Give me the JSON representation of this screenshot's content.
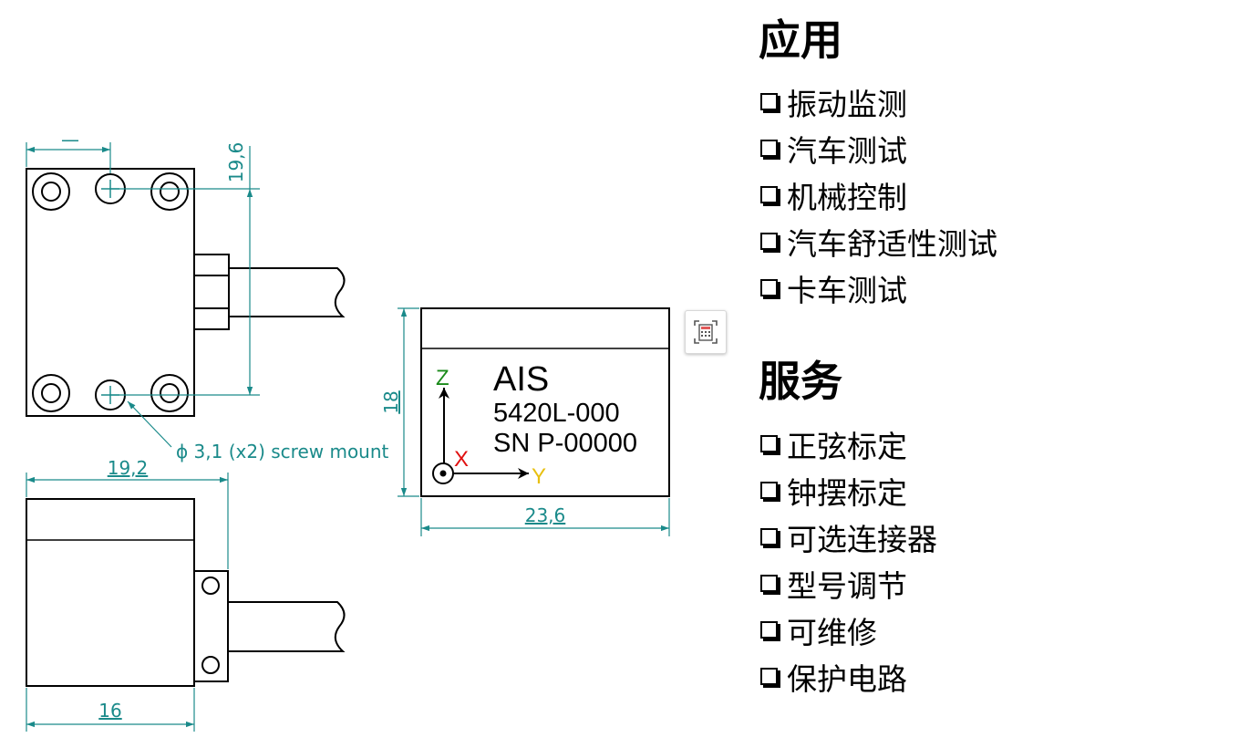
{
  "dimensions": {
    "top_width": "—",
    "hole_offset": "19,6",
    "screw_mount": "ϕ 3,1 (x2) screw mount",
    "side_length": "19,2",
    "side_width": "16",
    "label_height": "18",
    "label_width": "23,6"
  },
  "label": {
    "brand": "AIS",
    "model": "5420L-000",
    "serial": "SN P-00000"
  },
  "axes": {
    "z": "Z",
    "x": "X",
    "y": "Y"
  },
  "colors": {
    "dimension": "#1a8a8a",
    "axis_z": "#1a8a1a",
    "axis_x": "#e01010",
    "axis_y": "#e8c010"
  },
  "applications": {
    "title": "应用",
    "items": [
      "振动监测",
      "汽车测试",
      "机械控制",
      "汽车舒适性测试",
      "卡车测试"
    ]
  },
  "services": {
    "title": "服务",
    "items": [
      "正弦标定",
      "钟摆标定",
      "可选连接器",
      "型号调节",
      "可维修",
      "保护电路"
    ]
  },
  "toolbar": {
    "calc_icon": "calculator-icon"
  }
}
